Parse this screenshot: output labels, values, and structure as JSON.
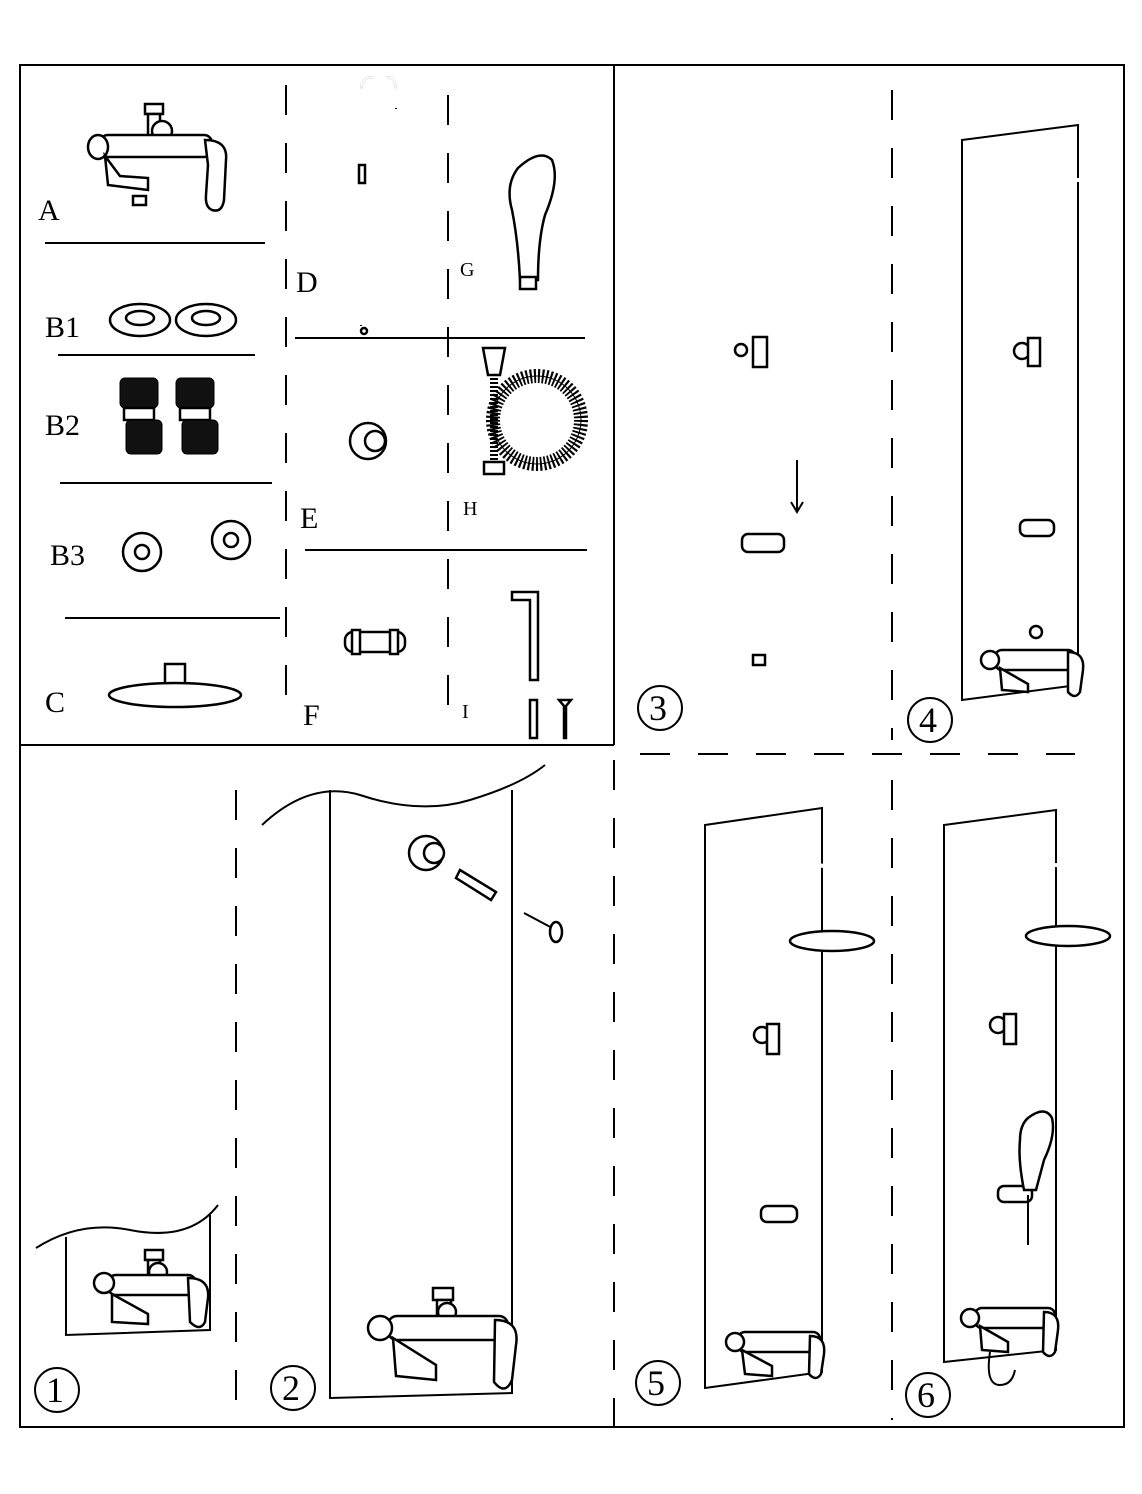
{
  "parts": {
    "A": "A",
    "B1": "B1",
    "B2": "B2",
    "B3": "B3",
    "C": "C",
    "D": "D",
    "E": "E",
    "F": "F",
    "G": "G",
    "H": "H",
    "I": "I"
  },
  "steps": [
    "①",
    "②",
    "③",
    "④",
    "⑤",
    "⑥"
  ],
  "colors": {
    "line": "#000000",
    "background": "#ffffff"
  }
}
